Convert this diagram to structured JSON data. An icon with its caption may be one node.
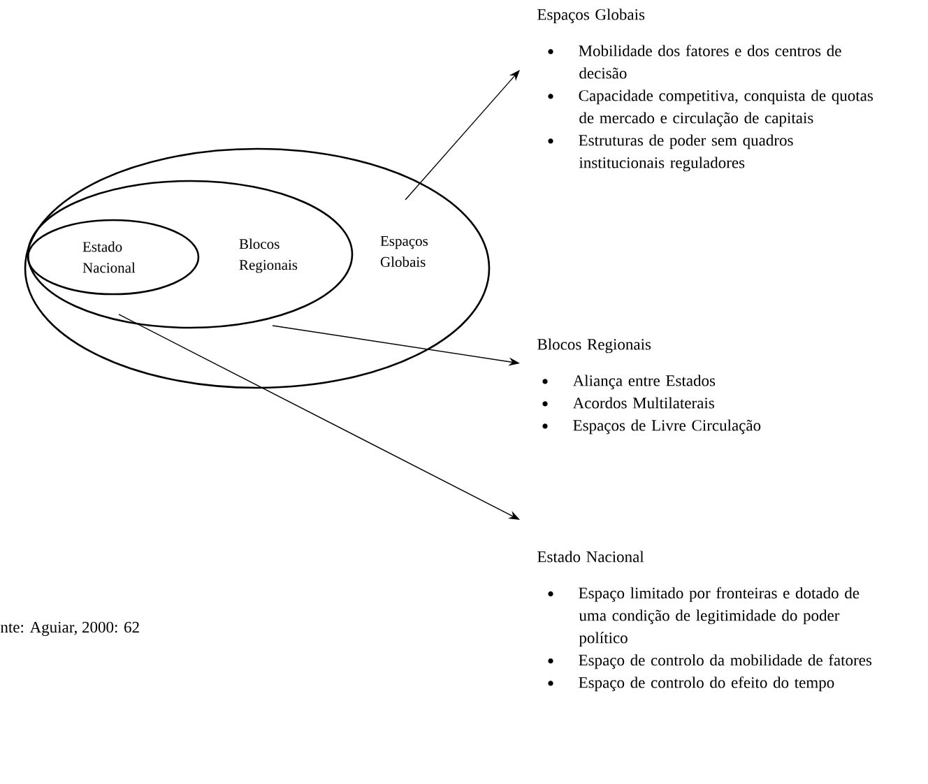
{
  "diagram": {
    "nodes": [
      {
        "text": [
          "Espaços Globais"
        ]
      },
      {
        "text": [
          "Blocos Regionais"
        ],
        "in": 0
      },
      {
        "text": [
          "Estado Nacional"
        ],
        "in": 1
      },
      {
        "text": [
          "Espaços Globais",
          "Mobilidade dos fatores e dos centros de decisão",
          "Capacidade competitiva, conquista de quotas de mercado e circulação de capitais",
          "Estruturas de poder sem quadros institucionais reguladores"
        ]
      },
      {
        "text": [
          "Blocos Regionais",
          "Aliança entre Estados",
          "Acordos Multilaterais",
          "Espaços de Livre Circulação"
        ]
      },
      {
        "text": [
          "Estado Nacional",
          "Espaço limitado por fronteiras e dotado de uma condição de legitimidade do poder político",
          "Espaço de controlo da mobilidade de fatores",
          "Espaço de controlo do efeito do tempo"
        ]
      }
    ],
    "edges": [
      {
        "from": 0,
        "to": 3,
        "arrow": "to"
      },
      {
        "from": 1,
        "to": 4,
        "arrow": "to"
      },
      {
        "from": 2,
        "to": 5,
        "arrow": "to"
      }
    ],
    "labels": [
      "nte: Aguiar, 2000: 62"
    ]
  }
}
